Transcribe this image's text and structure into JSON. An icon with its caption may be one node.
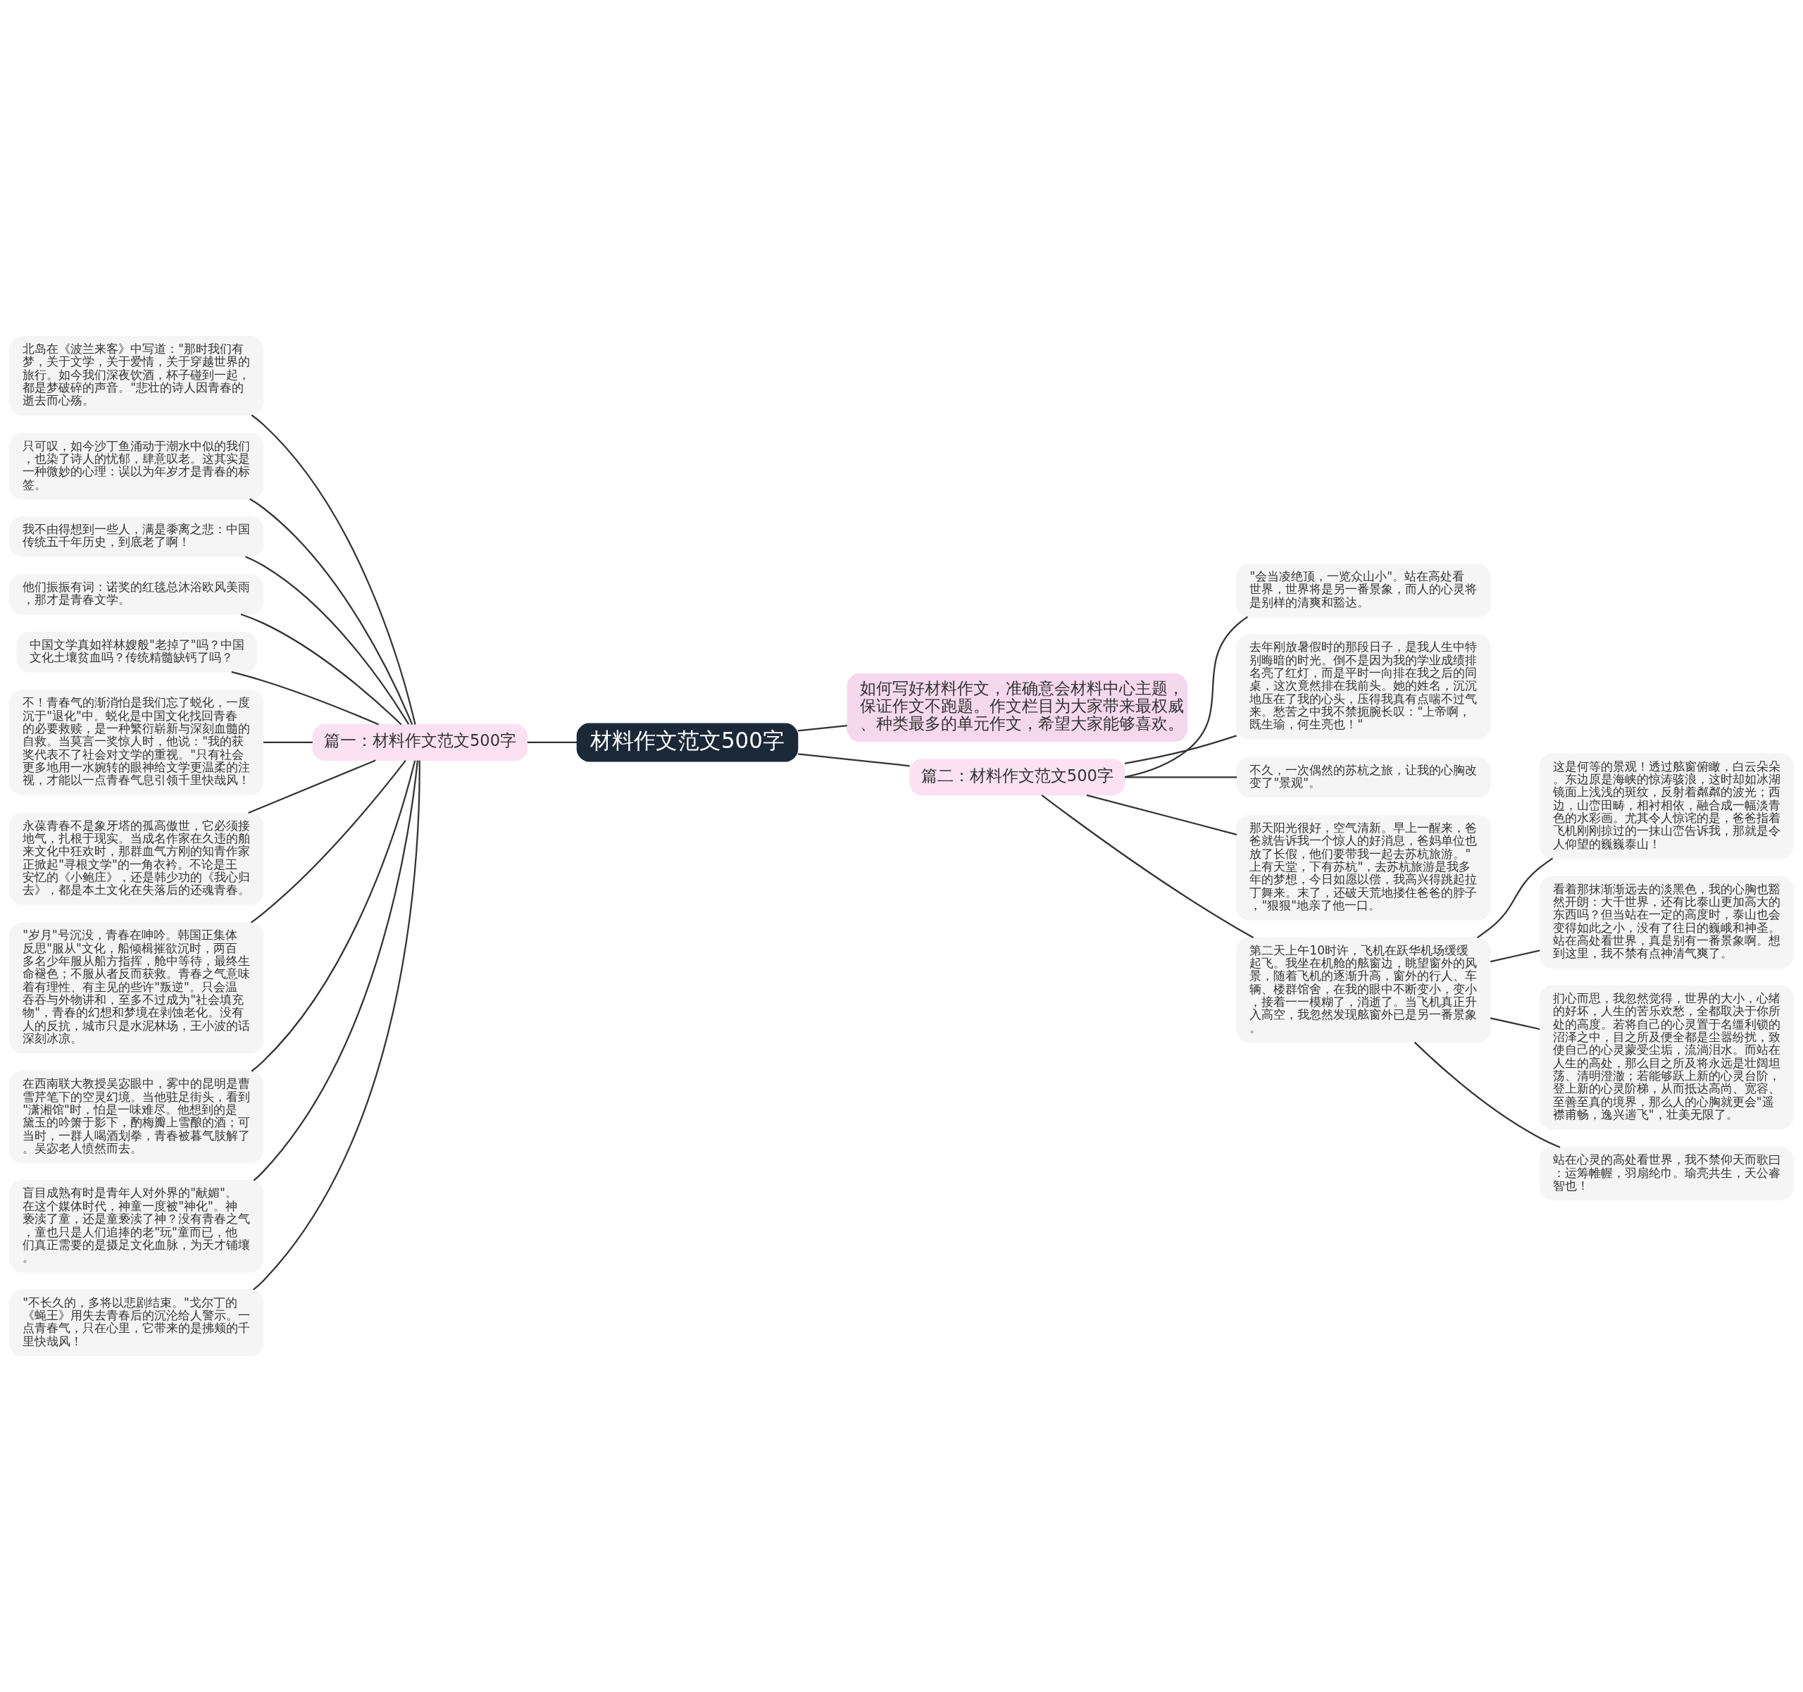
{
  "diagram": {
    "nodes": [
      {
        "text": [
          "材料作文范文500字"
        ]
      },
      {
        "text": [
          "如何写好材料作文，准确意会材料中心主题，保证作文不跑题。作文栏目为大家带来最权威、种类最多的单元作文，希望大家能够喜欢。"
        ]
      },
      {
        "text": [
          "篇一：材料作文范文500字"
        ]
      },
      {
        "text": [
          "北岛在《波兰来客》中写道：\"那时我们有梦，关于文学，关于爱情，关于穿越世界的旅行。如今我们深夜饮酒，杯子碰到一起，都是梦破碎的声音。\"悲壮的诗人因青春的逝去而心殇。"
        ]
      },
      {
        "text": [
          "只可叹，如今沙丁鱼涌动于潮水中似的我们，也染了诗人的忧郁，肆意叹老。这其实是一种微妙的心理：误以为年岁才是青春的标签。"
        ]
      },
      {
        "text": [
          "我不由得想到一些人，满是黍离之悲：中国传统五千年历史，到底老了啊！"
        ]
      },
      {
        "text": [
          "他们振振有词：诺奖的红毯总沐浴欧风美雨，那才是青春文学。"
        ]
      },
      {
        "text": [
          "中国文学真如祥林嫂般\"老掉了\"吗？中国文化土壤贫血吗？传统精髓缺钙了吗？"
        ]
      },
      {
        "text": [
          "不！青春气的渐消怕是我们忘了蜕化，一度沉于\"退化\"中。蜕化是中国文化找回青春的必要救赎，是一种繁衍崭新与深刻血髓的自救。当莫言一奖惊人时，他说：\"我的获奖代表不了社会对文学的重视。\"只有社会更多地用一水婉转的眼神给文学更温柔的注视，才能以一点青春气息引领千里快哉风！"
        ]
      },
      {
        "text": [
          "永葆青春不是象牙塔的孤高傲世，它必须接地气，扎根于现实。当成名作家在久违的舶来文化中狂欢时，那群血气方刚的知青作家正掀起\"寻根文学\"的一角衣衿。不论是王安忆的《小鲍庄》，还是韩少功的《我心归去》，都是本土文化在失落后的还魂青春。"
        ]
      },
      {
        "text": [
          "\"岁月\"号沉没，青春在呻吟。韩国正集体反思\"服从\"文化，船倾楫摧欲沉时，两百多名少年服从船方指挥，舱中等待，最终生命褪色；不服从者反而获救。青春之气意味着有理性、有主见的些许\"叛逆\"。只会温吞吞与外物讲和，至多不过成为\"社会填充物\"，青春的幻想和梦境在剥蚀老化。没有人的反抗，城市只是水泥林场，王小波的话深刻冰凉。"
        ]
      },
      {
        "text": [
          "在西南联大教授吴宓眼中，雾中的昆明是曹雪芹笔下的空灵幻境。当他驻足街头，看到\"潇湘馆\"时，怕是一味难尽。他想到的是黛玉的吟箫于影下，酌梅瓣上雪酿的酒；可当时，一群人喝酒划拳，青春被暮气肢解了。吴宓老人愤然而去。"
        ]
      },
      {
        "text": [
          "盲目成熟有时是青年人对外界的\"献媚\"。在这个媒体时代，神童一度被\"神化\"。神亵渎了童，还是童亵渎了神？没有青春之气，童也只是人们追捧的老\"玩\"童而已，他们真正需要的是摄足文化血脉，为天才铺壤。"
        ]
      },
      {
        "text": [
          "\"不长久的，多将以悲剧结束。\"戈尔丁的《蝇王》用失去青春后的沉沦给人警示。一点青春气，只在心里，它带来的是拂颊的千里快哉风！"
        ]
      },
      {
        "text": [
          "篇二：材料作文范文500字"
        ]
      },
      {
        "text": [
          "\"会当凌绝顶，一览众山小\"。站在高处看世界，世界将是另一番景象，而人的心灵将是别样的清爽和豁达。"
        ]
      },
      {
        "text": [
          "去年刚放暑假时的那段日子，是我人生中特别晦暗的时光。倒不是因为我的学业成绩排名亮了红灯，而是平时一向排在我之后的同桌，这次竟然排在我前头。她的姓名，沉沉地压在了我的心头，压得我真有点喘不过气来。愁苦之中我不禁扼腕长叹：\"上帝啊，既生瑜，何生亮也！\""
        ]
      },
      {
        "text": [
          "不久，一次偶然的苏杭之旅，让我的心胸改变了\"景观\"。"
        ]
      },
      {
        "text": [
          "那天阳光很好，空气清新。早上一醒来，爸爸就告诉我一个惊人的好消息，爸妈单位也放了长假，他们要带我一起去苏杭旅游。\"上有天堂，下有苏杭\"，去苏杭旅游是我多年的梦想，今日如愿以偿，我高兴得跳起拉丁舞来。末了，还破天荒地搂住爸爸的脖子，\"狠狠\"地亲了他一口。"
        ]
      },
      {
        "text": [
          "第二天上午10时许，飞机在跃华机场缓缓起飞。我坐在机舱的舷窗边，眺望窗外的风景，随着飞机的逐渐升高，窗外的行人、车辆、楼群馆舍，在我的眼中不断变小，变小，接着一一模糊了，消逝了。当飞机真正升入高空，我忽然发现舷窗外已是另一番景象。"
        ]
      },
      {
        "text": [
          "这是何等的景观！透过舷窗俯瞰，白云朵朵。东边原是海峡的惊涛骇浪，这时却如冰湖镜面上浅浅的斑纹，反射着粼粼的波光；西边，山峦田畴，相衬相依，融合成一幅淡青色的水彩画。尤其令人惊诧的是，爸爸指着飞机刚刚掠过的一抹山峦告诉我，那就是令人仰望的巍巍泰山！"
        ]
      },
      {
        "text": [
          "看着那抹渐渐远去的淡黑色，我的心胸也豁然开朗：大千世界，还有比泰山更加高大的东西吗？但当站在一定的高度时，泰山也会变得如此之小，没有了往日的巍峨和神圣。站在高处看世界，真是别有一番景象啊。想到这里，我不禁有点神清气爽了。"
        ]
      },
      {
        "text": [
          "扪心而思，我忽然觉得，世界的大小，心绪的好坏，人生的苦乐欢愁，全都取决于你所处的高度。若将自己的心灵置于名缰利锁的沼泽之中，目之所及便全都是尘嚣纷扰，致使自己的心灵蒙受尘垢，流淌泪水。而站在人生的高处，那么目之所及将永远是壮阔坦荡、清明澄澈；若能够跃上新的心灵台阶，登上新的心灵阶梯，从而抵达高尚、宽容、至善至真的境界，那么人的心胸就更会\"遥襟甫畅，逸兴遄飞\"，壮美无限了。"
        ]
      },
      {
        "text": [
          "站在心灵的高处看世界，我不禁仰天而歌曰：运筹帷幄，羽扇纶巾。瑜亮共生，天公睿智也！"
        ]
      }
    ],
    "edges": [
      {
        "from": 0,
        "to": 1,
        "arrow": "none"
      },
      {
        "from": 0,
        "to": 2,
        "arrow": "none"
      },
      {
        "from": 2,
        "to": 3,
        "arrow": "none"
      },
      {
        "from": 2,
        "to": 4,
        "arrow": "none"
      },
      {
        "from": 2,
        "to": 5,
        "arrow": "none"
      },
      {
        "from": 2,
        "to": 6,
        "arrow": "none"
      },
      {
        "from": 2,
        "to": 7,
        "arrow": "none"
      },
      {
        "from": 2,
        "to": 8,
        "arrow": "none"
      },
      {
        "from": 2,
        "to": 9,
        "arrow": "none"
      },
      {
        "from": 2,
        "to": 10,
        "arrow": "none"
      },
      {
        "from": 2,
        "to": 11,
        "arrow": "none"
      },
      {
        "from": 2,
        "to": 12,
        "arrow": "none"
      },
      {
        "from": 2,
        "to": 13,
        "arrow": "none"
      },
      {
        "from": 0,
        "to": 14,
        "arrow": "none"
      },
      {
        "from": 14,
        "to": 15,
        "arrow": "none"
      },
      {
        "from": 14,
        "to": 16,
        "arrow": "none"
      },
      {
        "from": 14,
        "to": 17,
        "arrow": "none"
      },
      {
        "from": 14,
        "to": 18,
        "arrow": "none"
      },
      {
        "from": 14,
        "to": 19,
        "arrow": "none"
      },
      {
        "from": 19,
        "to": 20,
        "arrow": "none"
      },
      {
        "from": 19,
        "to": 21,
        "arrow": "none"
      },
      {
        "from": 19,
        "to": 22,
        "arrow": "none"
      },
      {
        "from": 19,
        "to": 23,
        "arrow": "none"
      }
    ]
  }
}
